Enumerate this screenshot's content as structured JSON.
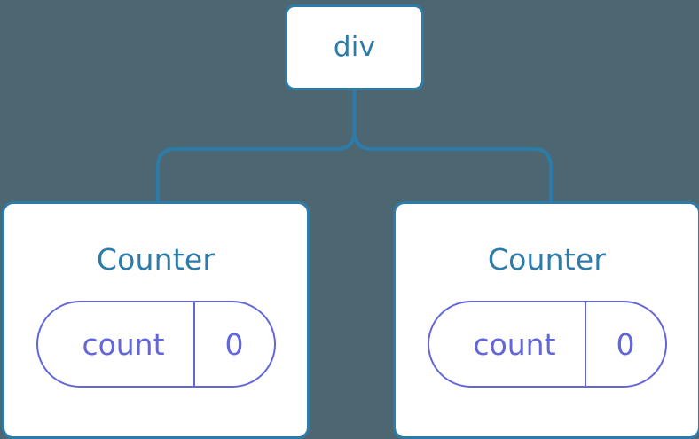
{
  "diagram": {
    "type": "component-tree",
    "background_color": "#4c6771",
    "node_border_color": "#2d7ba8",
    "node_text_color": "#2d7ba8",
    "state_color": "#6366d8",
    "connector_color": "#2d7ba8"
  },
  "root": {
    "label": "div"
  },
  "children": [
    {
      "title": "Counter",
      "state": {
        "key": "count",
        "value": "0"
      }
    },
    {
      "title": "Counter",
      "state": {
        "key": "count",
        "value": "0"
      }
    }
  ]
}
